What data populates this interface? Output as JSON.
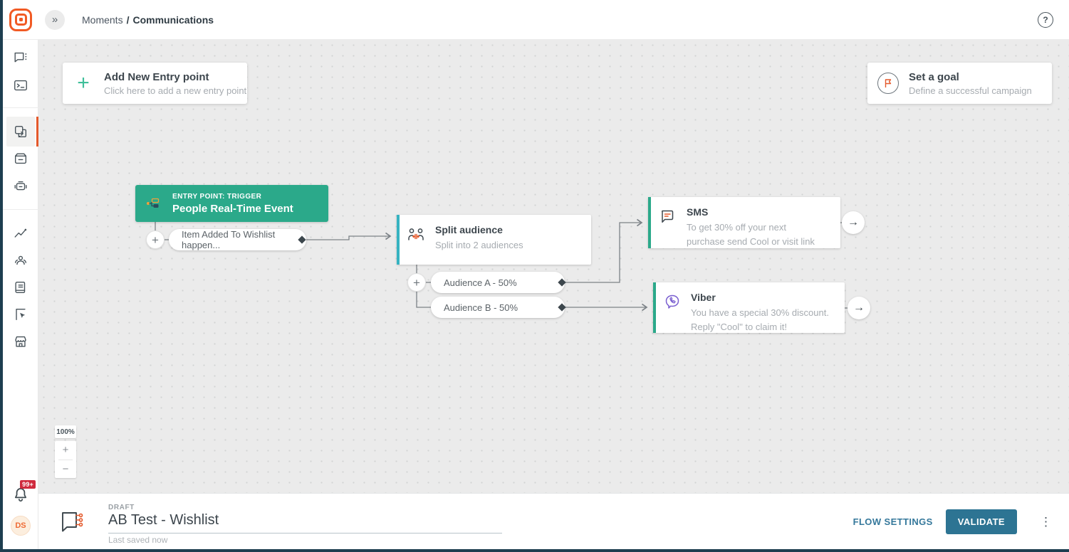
{
  "topbar": {
    "breadcrumb_parent": "Moments",
    "breadcrumb_separator": "/",
    "breadcrumb_current": "Communications"
  },
  "icons": {
    "collapse_glyph": "»",
    "help_glyph": "?",
    "plus_glyph": "+",
    "minus_glyph": "−",
    "arrow_glyph": "→",
    "kebab_glyph": "⋮"
  },
  "sidebar": {
    "notification_badge": "99+",
    "avatar_initials": "DS"
  },
  "canvas": {
    "add_entry_card": {
      "title": "Add New Entry point",
      "subtitle": "Click here to add a new entry point"
    },
    "goal_card": {
      "title": "Set a goal",
      "subtitle": "Define a successful campaign"
    },
    "entry_node": {
      "kicker": "ENTRY POINT: TRIGGER",
      "title": "People Real-Time Event",
      "branch_label": "Item Added To Wishlist happen..."
    },
    "split_node": {
      "title": "Split audience",
      "subtitle": "Split into 2 audiences",
      "branch_a": "Audience A - 50%",
      "branch_b": "Audience B - 50%"
    },
    "sms_node": {
      "title": "SMS",
      "subtitle": "To get 30% off your next purchase send Cool or visit link"
    },
    "viber_node": {
      "title": "Viber",
      "subtitle": "You have a special 30% discount. Reply \"Cool\" to claim it!"
    },
    "zoom": {
      "level": "100%"
    }
  },
  "footer": {
    "status": "DRAFT",
    "flow_name": "AB Test - Wishlist",
    "last_saved": "Last saved now",
    "flow_settings_label": "FLOW SETTINGS",
    "validate_label": "VALIDATE"
  },
  "colors": {
    "brand_orange": "#f15a24",
    "node_green": "#2ba98a",
    "split_accent_cyan": "#36b3c1",
    "validate_blue": "#2d7493",
    "viber_purple": "#7a5fd0",
    "badge_red": "#cf2a3d",
    "edge_navy": "#1e3e50",
    "canvas_gray": "#ebebeb"
  }
}
